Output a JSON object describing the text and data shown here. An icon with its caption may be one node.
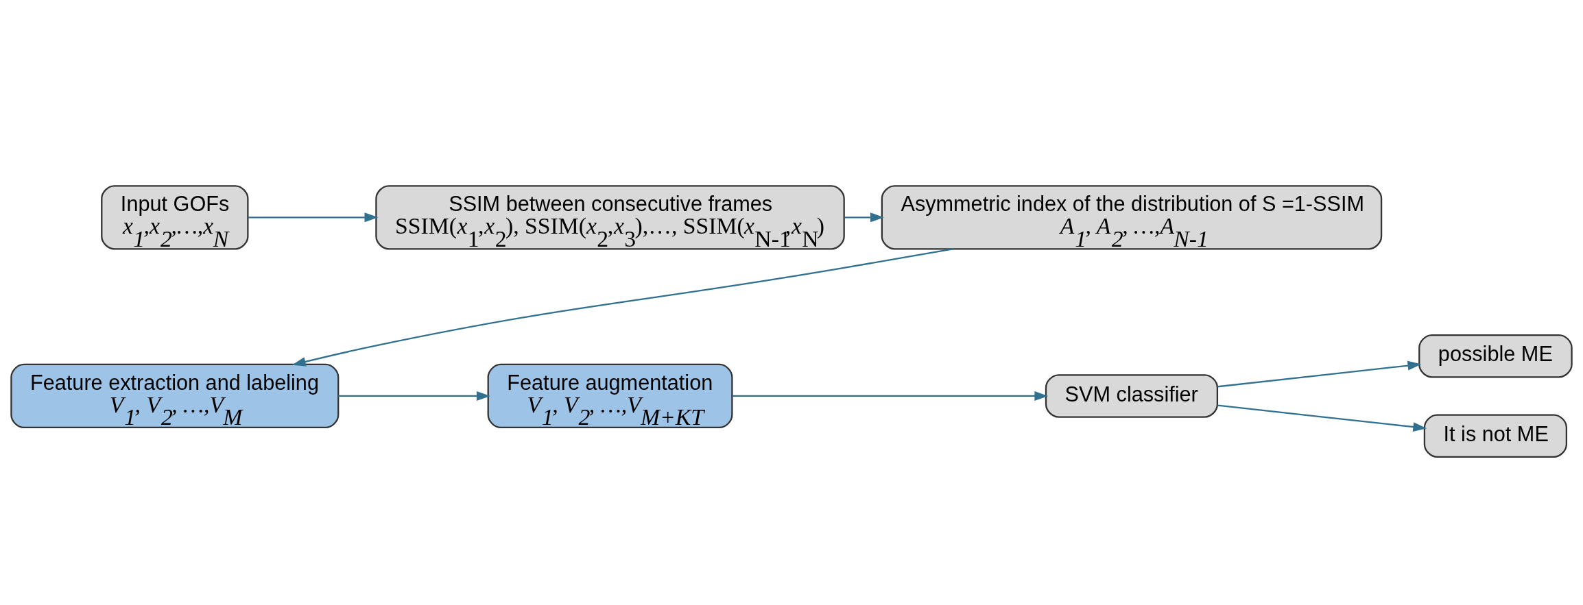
{
  "diagram": {
    "nodes": [
      {
        "text": [
          "Input GOFs",
          "x$_{1}$,x$_{2}$,…,x$_{N}$"
        ]
      },
      {
        "text": [
          "SSIM between consecutive frames",
          "SSIM(*x*$_{1}$,*x*$_{2}$), SSIM(*x*$_{2}$,*x*$_{3}$),…, SSIM(*x*$_{N-1}$,*x*$_{N}$)"
        ]
      },
      {
        "text": [
          "Asymmetric index of the distribution of S =1-SSIM",
          "A$_{1}$, A$_{2}$, …,A$_{N-1}$"
        ]
      },
      {
        "text": [
          "Feature extraction and labeling",
          "V$_{1}$, V$_{2}$, …,V$_{M}$"
        ]
      },
      {
        "text": [
          "Feature augmentation",
          "V$_{1}$, V$_{2}$, …,V$_{M+KT}$"
        ]
      },
      {
        "text": [
          "SVM classifier"
        ]
      },
      {
        "text": [
          "possible ME"
        ]
      },
      {
        "text": [
          "It is not ME"
        ]
      }
    ],
    "edges": [
      {
        "from": 0,
        "to": 1,
        "arrow": "to"
      },
      {
        "from": 1,
        "to": 2,
        "arrow": "to"
      },
      {
        "from": 2,
        "to": 3,
        "arrow": "to"
      },
      {
        "from": 3,
        "to": 4,
        "arrow": "to"
      },
      {
        "from": 4,
        "to": 5,
        "arrow": "to"
      },
      {
        "from": 5,
        "to": 6,
        "arrow": "to"
      },
      {
        "from": 5,
        "to": 7,
        "arrow": "to"
      }
    ]
  }
}
